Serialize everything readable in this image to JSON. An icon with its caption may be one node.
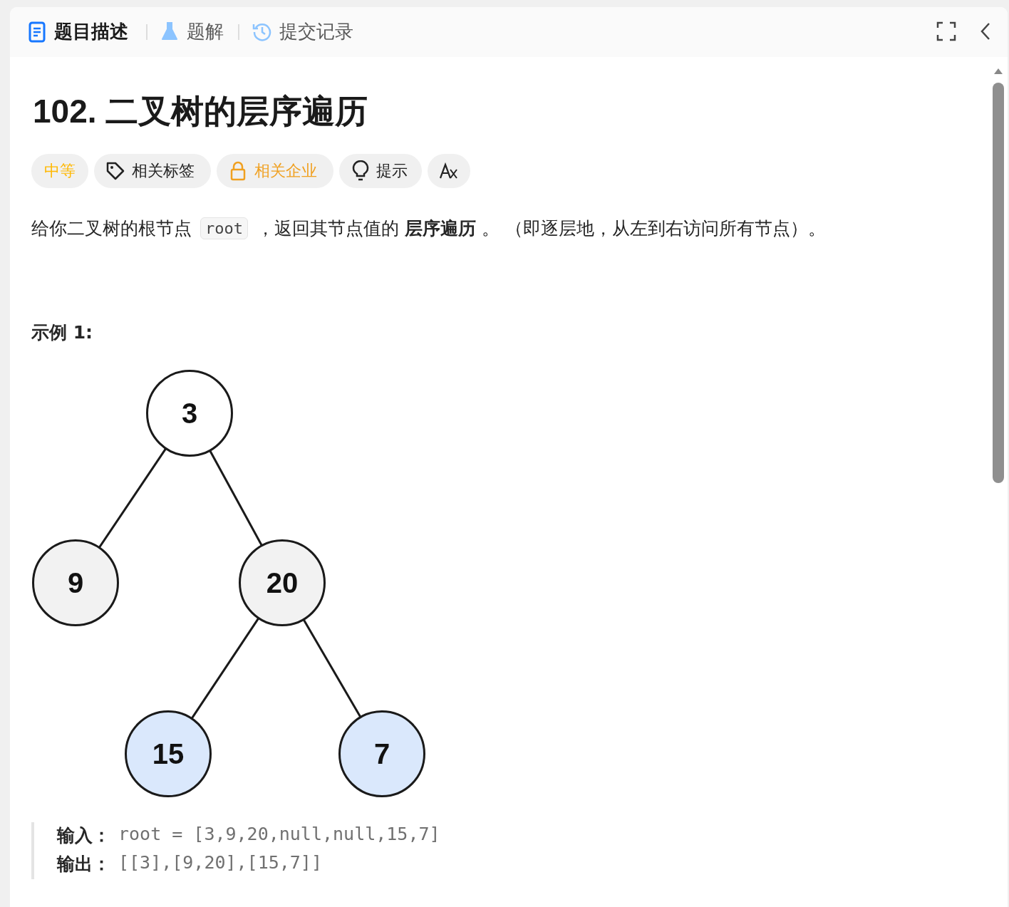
{
  "diagram": {
    "title": "102. 二叉树的层序遍历",
    "nodes": [
      {
        "text": [
          "3"
        ]
      },
      {
        "text": [
          "9"
        ]
      },
      {
        "text": [
          "20"
        ]
      },
      {
        "text": [
          "15"
        ]
      },
      {
        "text": [
          "7"
        ]
      }
    ],
    "edges": [
      {
        "from": 0,
        "to": 1,
        "arrow": "none"
      },
      {
        "from": 0,
        "to": 2,
        "arrow": "none"
      },
      {
        "from": 2,
        "to": 3,
        "arrow": "none"
      },
      {
        "from": 2,
        "to": 4,
        "arrow": "none"
      }
    ],
    "labels": [
      "题目描述",
      "题解",
      "提交记录",
      "中等",
      "相关标签",
      "相关企业",
      "提示",
      "给你二叉树的根节点",
      "root",
      "，返回其节点值的 **层序遍历** 。 （即逐层地，从左到右访问所有节点）。",
      "示例 1:",
      "输入：",
      "root = [3,9,20,null,null,15,7]",
      "输出：",
      "[[3],[9,20],[15,7]]"
    ]
  }
}
